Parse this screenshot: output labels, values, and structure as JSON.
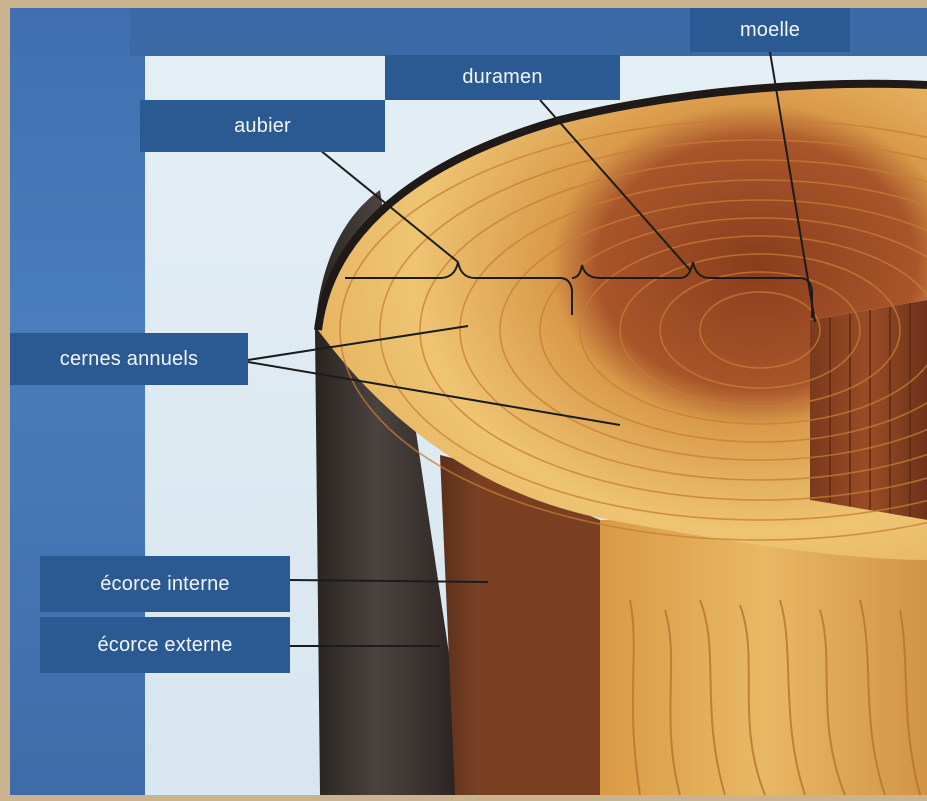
{
  "labels": {
    "moelle": "moelle",
    "duramen": "duramen",
    "aubier": "aubier",
    "cernes": "cernes annuels",
    "ecorce_interne": "écorce interne",
    "ecorce_externe": "écorce externe"
  },
  "colors": {
    "label_bg": "#2b5a92",
    "label_text": "#f2f6fb",
    "sapwood": "#e8b65e",
    "heartwood": "#a9552a",
    "bark": "#3a3431",
    "inner_bark": "#6b3a22",
    "leader_line": "#1c1c1c"
  }
}
